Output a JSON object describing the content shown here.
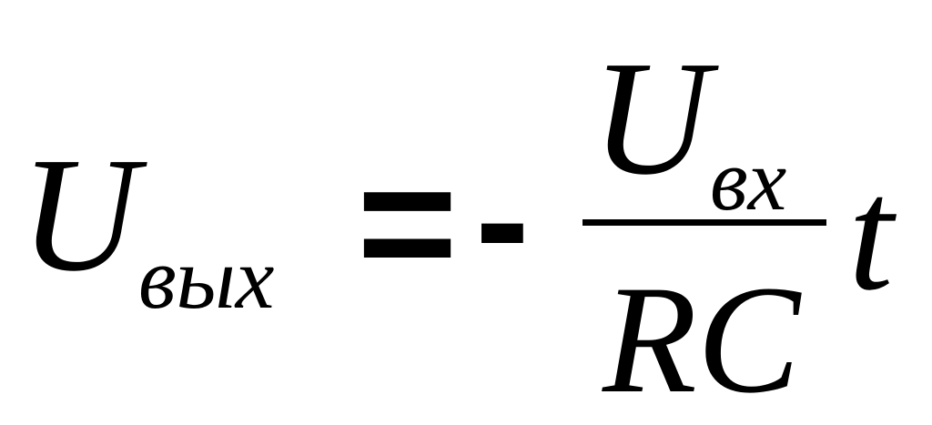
{
  "formula": {
    "lhs_var": "U",
    "lhs_sub": "вых",
    "equals": "=",
    "minus": "-",
    "numerator_var": "U",
    "numerator_sub": "вх",
    "denominator": "RC",
    "time_var": "t"
  },
  "colors": {
    "background": "#ffffff",
    "ink": "#000000"
  }
}
